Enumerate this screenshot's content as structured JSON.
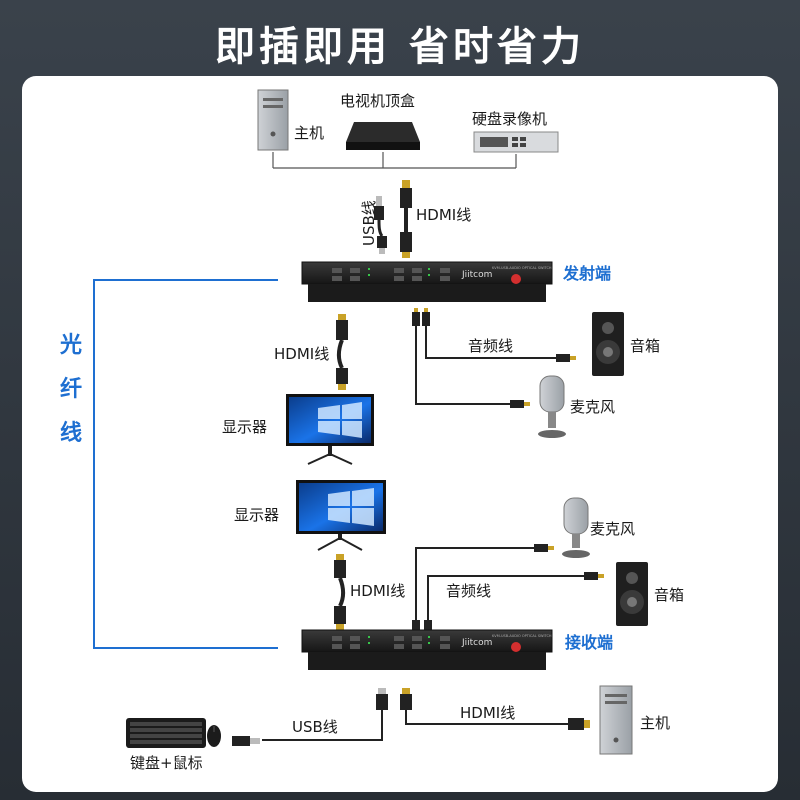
{
  "headline": "即插即用 省时省力",
  "labels": {
    "host_top": "主机",
    "tvbox": "电视机顶盒",
    "nvr": "硬盘录像机",
    "usb_cable_top": "USB线",
    "hdmi_cable_top": "HDMI线",
    "transmitter": "发射端",
    "hdmi_cable_tx": "HDMI线",
    "audio_cable_tx": "音频线",
    "speaker_tx": "音箱",
    "mic_tx": "麦克风",
    "monitor_tx": "显示器",
    "fiber": [
      "光",
      "纤",
      "线"
    ],
    "monitor_rx": "显示器",
    "mic_rx": "麦克风",
    "hdmi_cable_rx": "HDMI线",
    "audio_cable_rx": "音频线",
    "speaker_rx": "音箱",
    "receiver": "接收端",
    "usb_cable_bottom": "USB线",
    "hdmi_cable_bottom": "HDMI线",
    "host_bottom": "主机",
    "kbm": "键盘+鼠标"
  },
  "device": {
    "brand": "Jiitcom",
    "model_text": "KVM-USB-AUDIO OPTICAL SWITCH"
  },
  "colors": {
    "fiber_blue": "#1e6fd1",
    "device_body": "#2a2a2a",
    "cable": "#1a1a1a"
  }
}
